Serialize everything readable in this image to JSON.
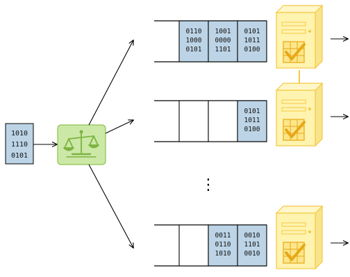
{
  "colors": {
    "packet_fill": "#bcd4e6",
    "balancer_fill": "#cce8a6",
    "balancer_stroke": "#8cc152",
    "balancer_icon": "#7cb342",
    "server_fill": "#fff3b0",
    "server_stroke": "#f5c842",
    "server_accent": "#e6a817",
    "line": "#000000"
  },
  "icons": {
    "balancer": "balance-scale-icon",
    "server": "server-computer-icon",
    "check": "checkmark-icon"
  },
  "input_packet": {
    "lines": [
      "1010",
      "1110",
      "0101"
    ]
  },
  "ellipsis": "⋮",
  "queues": [
    {
      "cells": [
        null,
        [
          "0110",
          "1000",
          "0101"
        ],
        [
          "1001",
          "0000",
          "1101"
        ],
        [
          "0101",
          "1011",
          "0100"
        ]
      ]
    },
    {
      "cells": [
        null,
        null,
        null,
        [
          "0101",
          "1011",
          "0100"
        ]
      ]
    },
    {
      "cells": [
        null,
        null,
        [
          "0011",
          "0110",
          "1010"
        ],
        [
          "0010",
          "1101",
          "0010"
        ]
      ]
    }
  ]
}
